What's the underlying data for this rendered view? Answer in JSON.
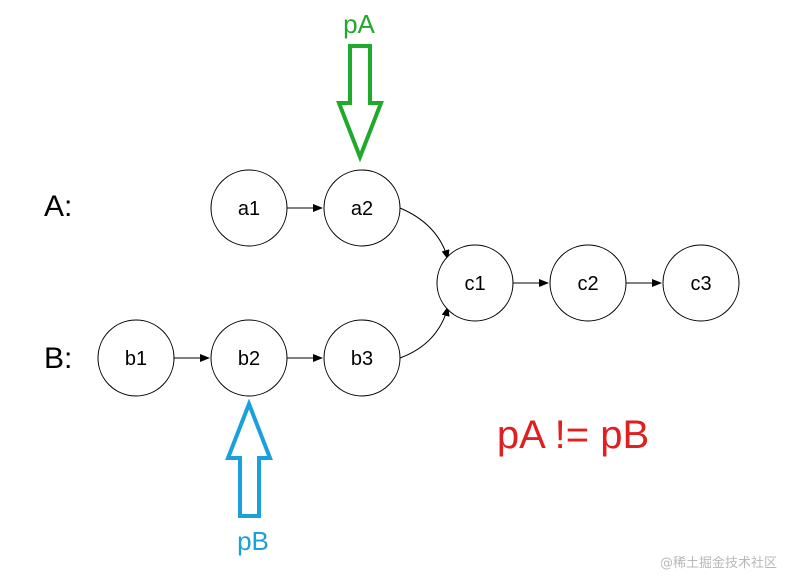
{
  "list_labels": {
    "a": "A:",
    "b": "B:"
  },
  "nodes": {
    "a1": "a1",
    "a2": "a2",
    "b1": "b1",
    "b2": "b2",
    "b3": "b3",
    "c1": "c1",
    "c2": "c2",
    "c3": "c3"
  },
  "pointers": {
    "pa": {
      "label": "pA",
      "color": "#1faa2c"
    },
    "pb": {
      "label": "pB",
      "color": "#1aa0dc"
    }
  },
  "condition": {
    "text": "pA != pB",
    "color": "#e02020"
  },
  "watermark": "@稀土掘金技术社区"
}
